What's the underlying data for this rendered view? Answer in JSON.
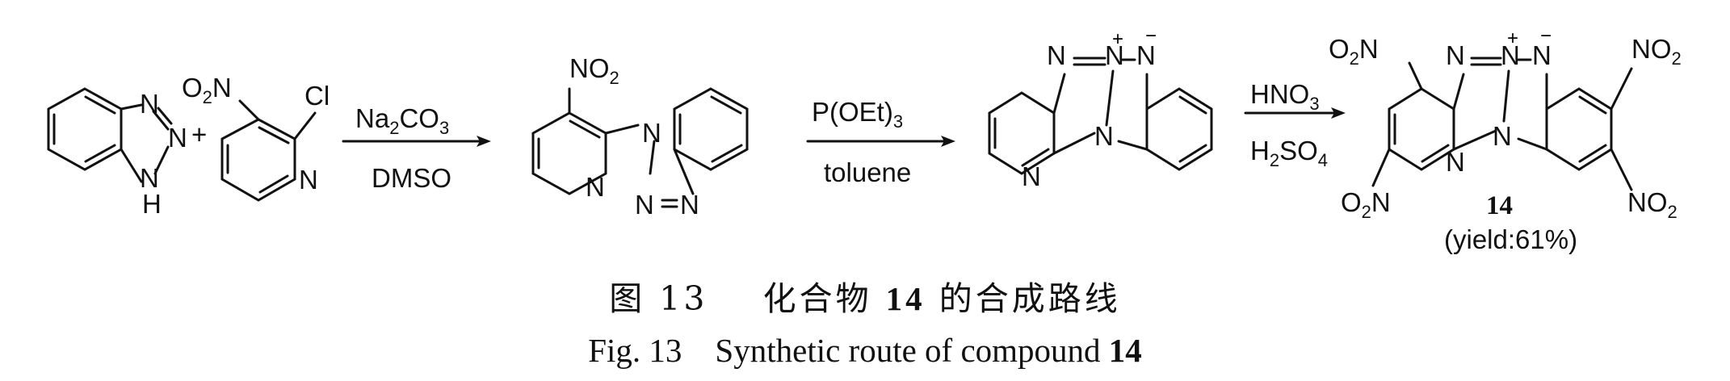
{
  "figure": {
    "caption_cn_prefix": "图 13",
    "caption_cn_text": "化合物",
    "caption_cn_compound": "14",
    "caption_cn_suffix": "的合成路线",
    "caption_en_prefix": "Fig. 13",
    "caption_en_text": "Synthetic route of compound",
    "caption_en_compound": "14"
  },
  "reagents": {
    "step1_top_main": "Na",
    "step1_top_sub": "2",
    "step1_top_tail": "CO",
    "step1_top_sub2": "3",
    "step1_bottom": "DMSO",
    "step2_top": "P(OEt)",
    "step2_top_sub": "3",
    "step2_bottom": "toluene",
    "step3_top": "HNO",
    "step3_top_sub": "3",
    "step3_bottom": "H",
    "step3_bottom_sub": "2",
    "step3_bottom_tail": "SO",
    "step3_bottom_sub2": "4"
  },
  "product": {
    "compound_number": "14",
    "yield": "(yield:61%)"
  },
  "labels": {
    "N": "N",
    "NH": "N",
    "H": "H",
    "Cl": "Cl",
    "O": "O",
    "two": "2",
    "plus_sign": "+",
    "plus_charge": "+",
    "minus_charge": "−",
    "NO": "NO"
  }
}
